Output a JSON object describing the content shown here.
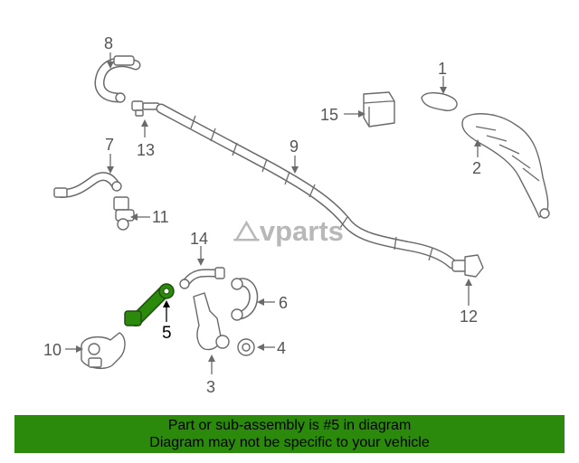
{
  "logo": {
    "mark": "⧍vparts",
    "accent": "#b8b8b8"
  },
  "callouts": [
    {
      "id": "1",
      "label": "1"
    },
    {
      "id": "2",
      "label": "2"
    },
    {
      "id": "3",
      "label": "3"
    },
    {
      "id": "4",
      "label": "4"
    },
    {
      "id": "5",
      "label": "5"
    },
    {
      "id": "6",
      "label": "6"
    },
    {
      "id": "7",
      "label": "7"
    },
    {
      "id": "8",
      "label": "8"
    },
    {
      "id": "9",
      "label": "9"
    },
    {
      "id": "10",
      "label": "10"
    },
    {
      "id": "11",
      "label": "11"
    },
    {
      "id": "12",
      "label": "12"
    },
    {
      "id": "13",
      "label": "13"
    },
    {
      "id": "14",
      "label": "14"
    },
    {
      "id": "15",
      "label": "15"
    }
  ],
  "highlight": {
    "part": "5",
    "color": "#2b8a0b"
  },
  "banner": {
    "line1": "Part or sub-assembly is #5 in diagram",
    "line2": "Diagram may not be specific to your vehicle",
    "background": "#2b8a0b"
  }
}
